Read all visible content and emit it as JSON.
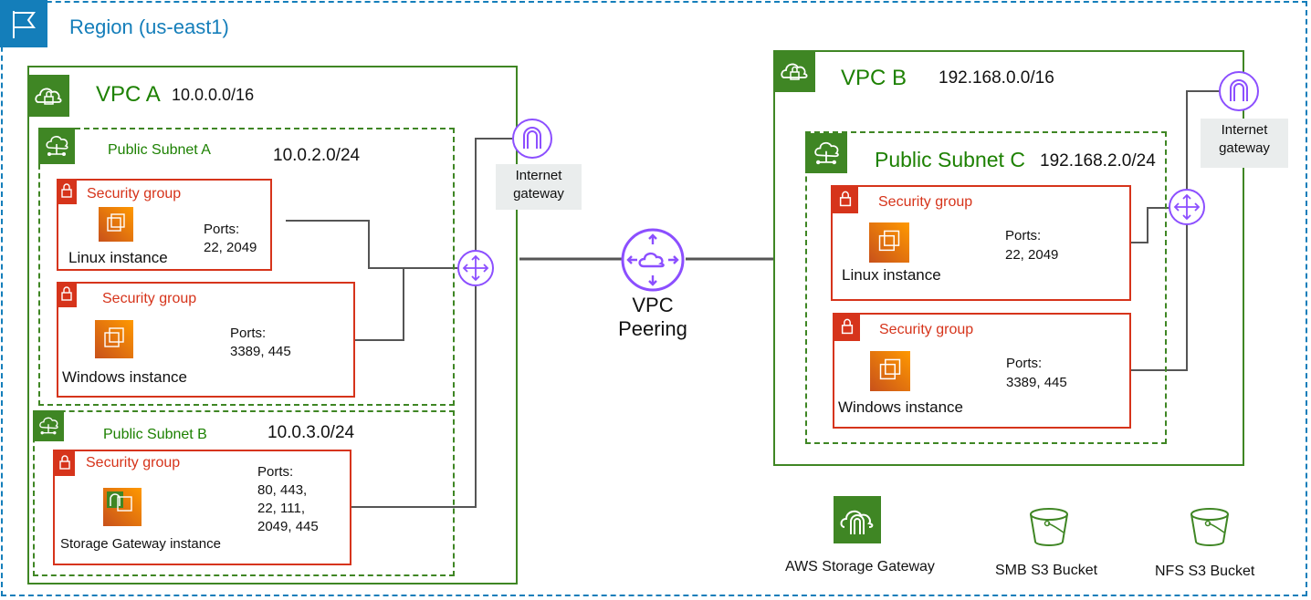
{
  "region": {
    "label": "Region (us-east1)"
  },
  "vpc_a": {
    "name": "VPC A",
    "cidr": "10.0.0.0/16",
    "subnet_a": {
      "name": "Public Subnet A",
      "cidr": "10.0.2.0/24",
      "groups": [
        {
          "label": "Security group",
          "instance": "Linux instance",
          "ports_title": "Ports:",
          "ports": "22, 2049"
        },
        {
          "label": "Security group",
          "instance": "Windows instance",
          "ports_title": "Ports:",
          "ports": "3389, 445"
        }
      ]
    },
    "subnet_b": {
      "name": "Public Subnet B",
      "cidr": "10.0.3.0/24",
      "group": {
        "label": "Security group",
        "instance": "Storage Gateway instance",
        "ports_title": "Ports:",
        "ports_lines": [
          "80, 443,",
          "22, 111,",
          "2049, 445"
        ]
      }
    },
    "internet_gateway": {
      "label_line1": "Internet",
      "label_line2": "gateway"
    }
  },
  "peering": {
    "line1": "VPC",
    "line2": "Peering"
  },
  "vpc_b": {
    "name": "VPC B",
    "cidr": "192.168.0.0/16",
    "subnet_c": {
      "name": "Public Subnet C",
      "cidr": "192.168.2.0/24",
      "groups": [
        {
          "label": "Security group",
          "instance": "Linux instance",
          "ports_title": "Ports:",
          "ports": "22, 2049"
        },
        {
          "label": "Security group",
          "instance": "Windows instance",
          "ports_title": "Ports:",
          "ports": "3389, 445"
        }
      ]
    },
    "internet_gateway": {
      "label_line1": "Internet",
      "label_line2": "gateway"
    }
  },
  "legend": {
    "storage_gateway": "AWS Storage Gateway",
    "smb_bucket": "SMB S3 Bucket",
    "nfs_bucket": "NFS S3 Bucket"
  },
  "colors": {
    "region": "#147eba",
    "vpc": "#3f8624",
    "security_group": "#d6341b",
    "network": "#8c4fff",
    "ec2": "#ff9900",
    "s3": "#3f8624"
  },
  "icons": [
    "region-flag-icon",
    "vpc-lock-icon",
    "subnet-icon",
    "security-group-lock-icon",
    "ec2-instance-icon",
    "internet-gateway-icon",
    "router-icon",
    "vpc-peering-icon",
    "storage-gateway-icon",
    "s3-bucket-icon"
  ]
}
